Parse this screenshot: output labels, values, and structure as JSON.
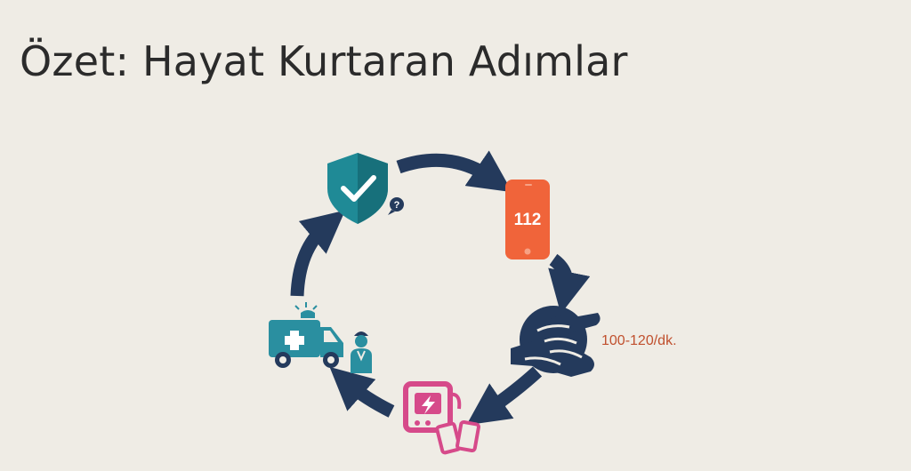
{
  "slide": {
    "title": "Özet: Hayat Kurtaran Adımlar"
  },
  "steps": [
    {
      "id": "safety",
      "icon": "shield-check-icon",
      "badge": "?"
    },
    {
      "id": "call",
      "icon": "phone-icon",
      "number": "112"
    },
    {
      "id": "compression",
      "icon": "hands-cpr-icon",
      "rate": "100-120/dk."
    },
    {
      "id": "aed",
      "icon": "defibrillator-icon"
    },
    {
      "id": "handover",
      "icon": "ambulance-icon"
    }
  ],
  "colors": {
    "arrow": "#243a5c",
    "shield": "#1f8a96",
    "phone": "#f0643a",
    "hands": "#243a5c",
    "aed": "#d64a8a",
    "ambulance": "#2a8fa0",
    "rate_text": "#c0502e",
    "background": "#efece5"
  }
}
